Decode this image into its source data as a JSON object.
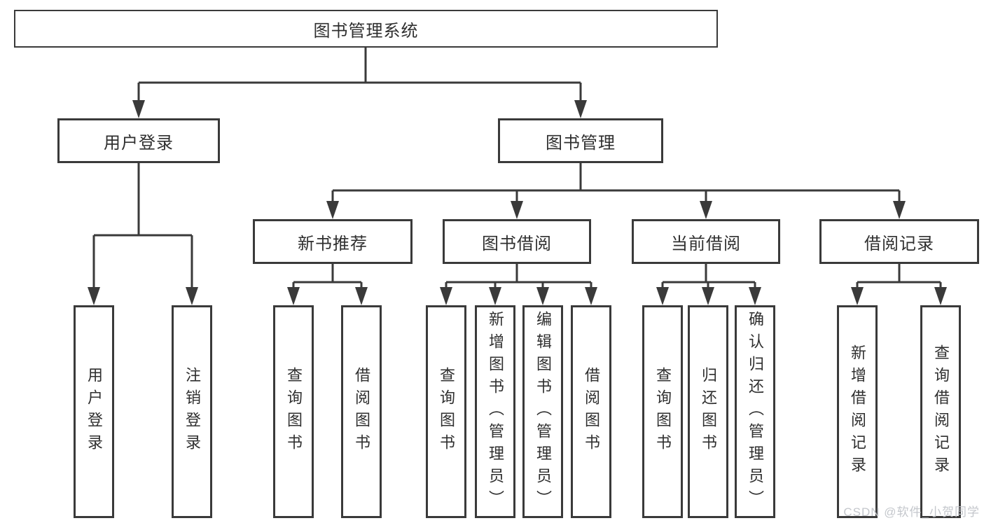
{
  "diagram": {
    "root": {
      "label": "图书管理系统"
    },
    "branches": [
      {
        "label": "用户登录",
        "children": [
          {
            "label": "用户登录"
          },
          {
            "label": "注销登录"
          }
        ]
      },
      {
        "label": "图书管理",
        "children": [
          {
            "label": "新书推荐",
            "children": [
              {
                "label": "查询图书"
              },
              {
                "label": "借阅图书"
              }
            ]
          },
          {
            "label": "图书借阅",
            "children": [
              {
                "label": "查询图书"
              },
              {
                "label": "新增图书（管理员）"
              },
              {
                "label": "编辑图书（管理员）"
              },
              {
                "label": "借阅图书"
              }
            ]
          },
          {
            "label": "当前借阅",
            "children": [
              {
                "label": "查询图书"
              },
              {
                "label": "归还图书"
              },
              {
                "label": "确认归还（管理员）"
              }
            ]
          },
          {
            "label": "借阅记录",
            "children": [
              {
                "label": "新增借阅记录"
              },
              {
                "label": "查询借阅记录"
              }
            ]
          }
        ]
      }
    ]
  },
  "colors": {
    "line": "#3a3a3a",
    "box_border": "#3a3a3a",
    "text": "#2f2f2f",
    "watermark": "#c4c7cc",
    "background": "#ffffff"
  },
  "watermark": {
    "text": "CSDN @软件_小贺同学"
  }
}
